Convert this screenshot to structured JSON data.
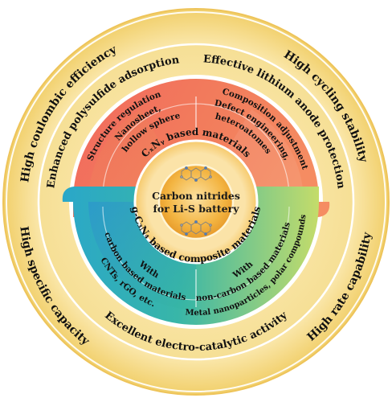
{
  "center": {
    "line1": "Carbon nitrides",
    "line2": "for Li-S battery"
  },
  "outer_ring": {
    "top_left": "High coulombic efficiency",
    "top_right": "High cycling stability",
    "bottom_left": "High specific capacity",
    "bottom_right": "High rate capability"
  },
  "middle_ring": {
    "left": "Enhanced polysulfide adsorption",
    "right": "Effective lithium anode protection",
    "bottom": "Excellent electro-catalytic activity"
  },
  "upper_half": {
    "band_label": "CₓNᵧ based materials",
    "structure_title": "Structure regulation",
    "structure_sub1": "Nanosheet,",
    "structure_sub2": "hollow sphere",
    "composition_title": "Composition adjustment",
    "composition_sub1": "Defect engineering,",
    "composition_sub2": "heteroatomes"
  },
  "lower_half": {
    "band_label": "g-C₃N₄ based composite materials",
    "carbon_title1": "With",
    "carbon_title2": "carbon based materials",
    "carbon_sub": "CNTs, rGO, etc.",
    "noncarbon_title1": "With",
    "noncarbon_title2": "non-carbon based materials",
    "noncarbon_sub": "Metal nanoparticles, polar compounds"
  },
  "colors": {
    "outer_ring": "#f6dc8c",
    "outer_ring_edge": "#eec45a",
    "middle_ring": "#f7e6a8",
    "upper_fill": "#f26b53",
    "lower_fill": "#34b5b0",
    "center_fill": "#f3b441"
  }
}
